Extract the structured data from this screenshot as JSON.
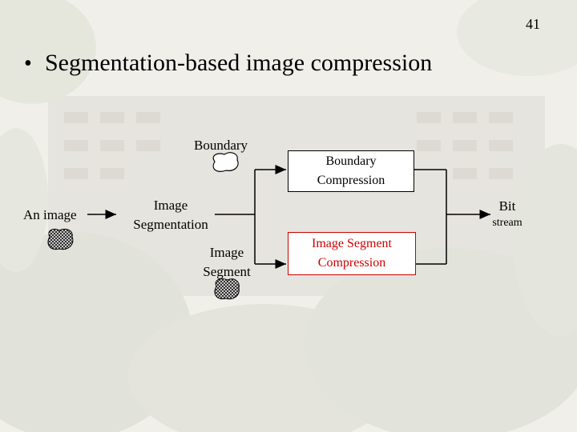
{
  "slide": {
    "number": "41",
    "bullet": "•",
    "title": "Segmentation-based image compression"
  },
  "diagram": {
    "input_label": "An image",
    "segmentation_label_1": "Image",
    "segmentation_label_2": "Segmentation",
    "boundary_label": "Boundary",
    "segment_label_1": "Image",
    "segment_label_2": "Segment",
    "boundary_compression_1": "Boundary",
    "boundary_compression_2": "Compression",
    "segment_compression_1": "Image Segment",
    "segment_compression_2": "Compression",
    "output_label_1": "Bit",
    "output_label_2": "stream",
    "segment_compression_color": "#cc0000"
  }
}
